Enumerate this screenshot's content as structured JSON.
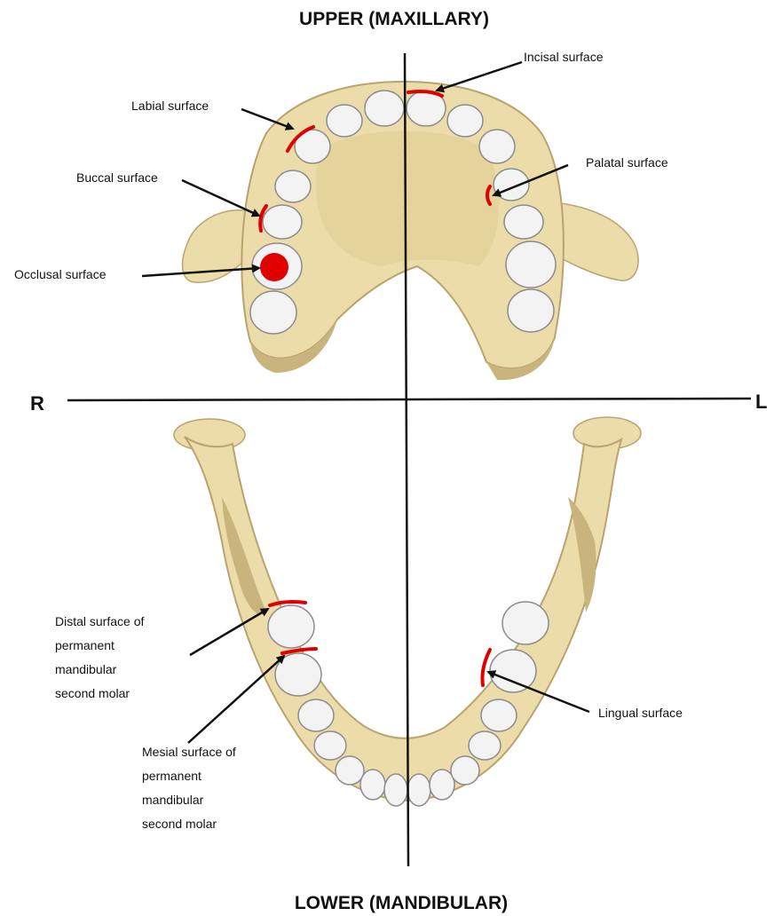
{
  "titles": {
    "upper": "UPPER (MAXILLARY)",
    "lower": "LOWER (MANDIBULAR)"
  },
  "sides": {
    "right": "R",
    "left": "L"
  },
  "labels": {
    "incisal": "Incisal surface",
    "labial": "Labial surface",
    "palatal": "Palatal surface",
    "buccal": "Buccal surface",
    "occlusal": "Occlusal surface",
    "distal": [
      "Distal surface of",
      "permanent",
      "mandibular",
      "second molar"
    ],
    "mesial": [
      "Mesial surface of",
      "permanent",
      "mandibular",
      "second molar"
    ],
    "lingual": "Lingual surface"
  },
  "colors": {
    "bone": "#ecdcaa",
    "bone_shadow": "#c9b47e",
    "tooth": "#f3f3f3",
    "tooth_edge": "#8c8c8c",
    "highlight": "#e00000",
    "line": "#111111"
  }
}
